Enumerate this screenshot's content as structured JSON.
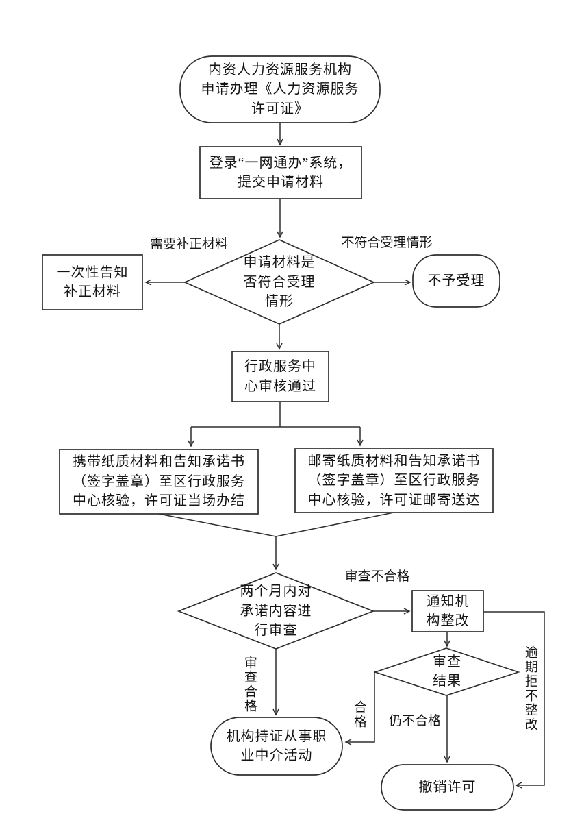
{
  "page": {
    "background_color": "#ffffff",
    "line_color": "#2e2e2e",
    "text_color": "#141414"
  },
  "flowchart": {
    "nodes": {
      "start": {
        "shape": "stadium",
        "label": "内资人力资源服务机构\n申请办理《人力资源服务\n许可证》"
      },
      "login": {
        "shape": "rect",
        "label": "登录“一网通办”系统，\n提交申请材料"
      },
      "decision_accept": {
        "shape": "diamond",
        "label": "申请材料是\n否符合受理\n情形"
      },
      "notify_supplement": {
        "shape": "rect",
        "label": "一次性告知\n补正材料"
      },
      "reject": {
        "shape": "stadium",
        "label": "不予受理"
      },
      "center_approve": {
        "shape": "rect",
        "label": "行政服务中\n心审核通过"
      },
      "bring_materials": {
        "shape": "rect",
        "label": "携带纸质材料和告知承诺书\n（签字盖章）至区行政服务\n中心核验，许可证当场办结"
      },
      "mail_materials": {
        "shape": "rect",
        "label": "邮寄纸质材料和告知承诺书\n（签字盖章）至区行政服务\n中心核验，许可证邮寄送达"
      },
      "review_decision": {
        "shape": "diamond",
        "label": "两个月内对\n承诺内容进\n行审查"
      },
      "notify_rectify": {
        "shape": "rect",
        "label": "通知机\n构整改"
      },
      "review_result": {
        "shape": "diamond",
        "label": "审查\n结果"
      },
      "operate": {
        "shape": "stadium",
        "label": "机构持证从事职\n业中介活动"
      },
      "revoke": {
        "shape": "stadium",
        "label": "撤销许可"
      }
    },
    "edge_labels": {
      "need_supplement": "需要补正材料",
      "not_qualified": "不符合受理情形",
      "review_fail": "审查不合格",
      "review_pass": "审查合格",
      "pass": "合格",
      "still_fail": "仍不合格",
      "overdue_refuse": "逾期拒不整改"
    }
  }
}
